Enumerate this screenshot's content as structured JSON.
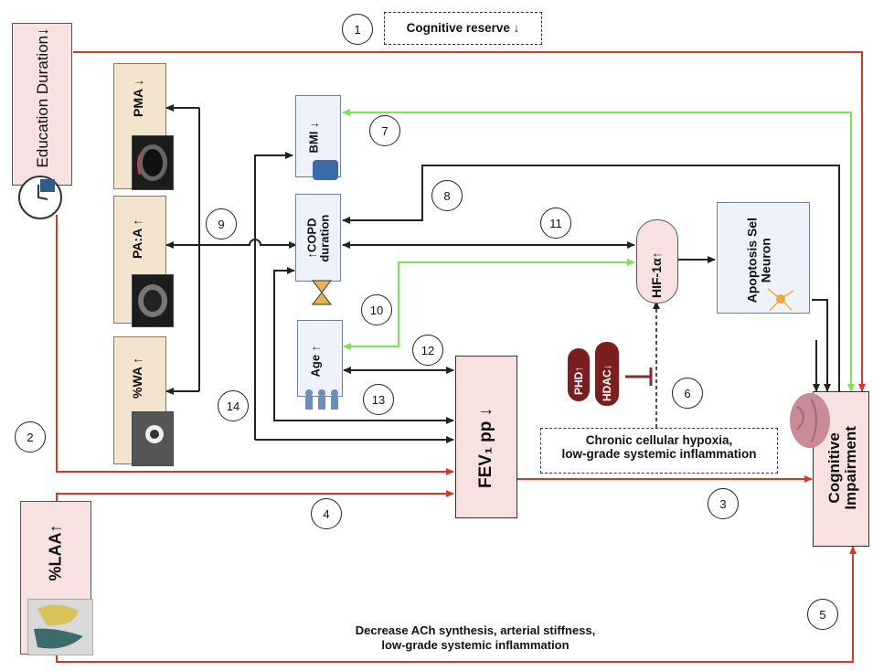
{
  "boxes": {
    "education_duration": "Education Duration↓",
    "pma": "PMA ↓",
    "pa_a": "PA:A ↑",
    "wa": "%WA ↑",
    "laa": "%LAA↑",
    "bmi": "BMI ↓",
    "copd_duration": "↑COPD duration",
    "age": "Age ↑",
    "fev1pp": "FEV₁ pp ↓",
    "hif1a": "HIF-1α↑",
    "apoptosis": "Apoptosis Sel Neuron",
    "phd": "PHD↑",
    "hdac": "HDAC↓",
    "cognitive_impairment": "Cognitive Impairment"
  },
  "labels": {
    "cognitive_reserve": "Cognitive reserve ↓",
    "hypoxia_line1": "Chronic cellular hypoxia,",
    "hypoxia_line2": "low-grade systemic inflammation",
    "bottom_line1": "Decrease ACh synthesis, arterial stiffness,",
    "bottom_line2": "low-grade systemic inflammation"
  },
  "numbers": [
    "1",
    "2",
    "3",
    "4",
    "5",
    "6",
    "7",
    "8",
    "9",
    "10",
    "11",
    "12",
    "13",
    "14"
  ],
  "colors": {
    "red_arrow": "#d23a2a",
    "green_arrow": "#7fe05a",
    "black_arrow": "#222222",
    "pink_box": "#f7e1e1",
    "tan_box": "#f3e4cf",
    "blue_box": "#eef3fb",
    "inhibitor": "#8b2a2a"
  },
  "icons": [
    "clock-book-icon",
    "lung-ct-icon",
    "scale-icon",
    "hourglass-icon",
    "people-icon",
    "neuron-icon",
    "brain-icon"
  ]
}
